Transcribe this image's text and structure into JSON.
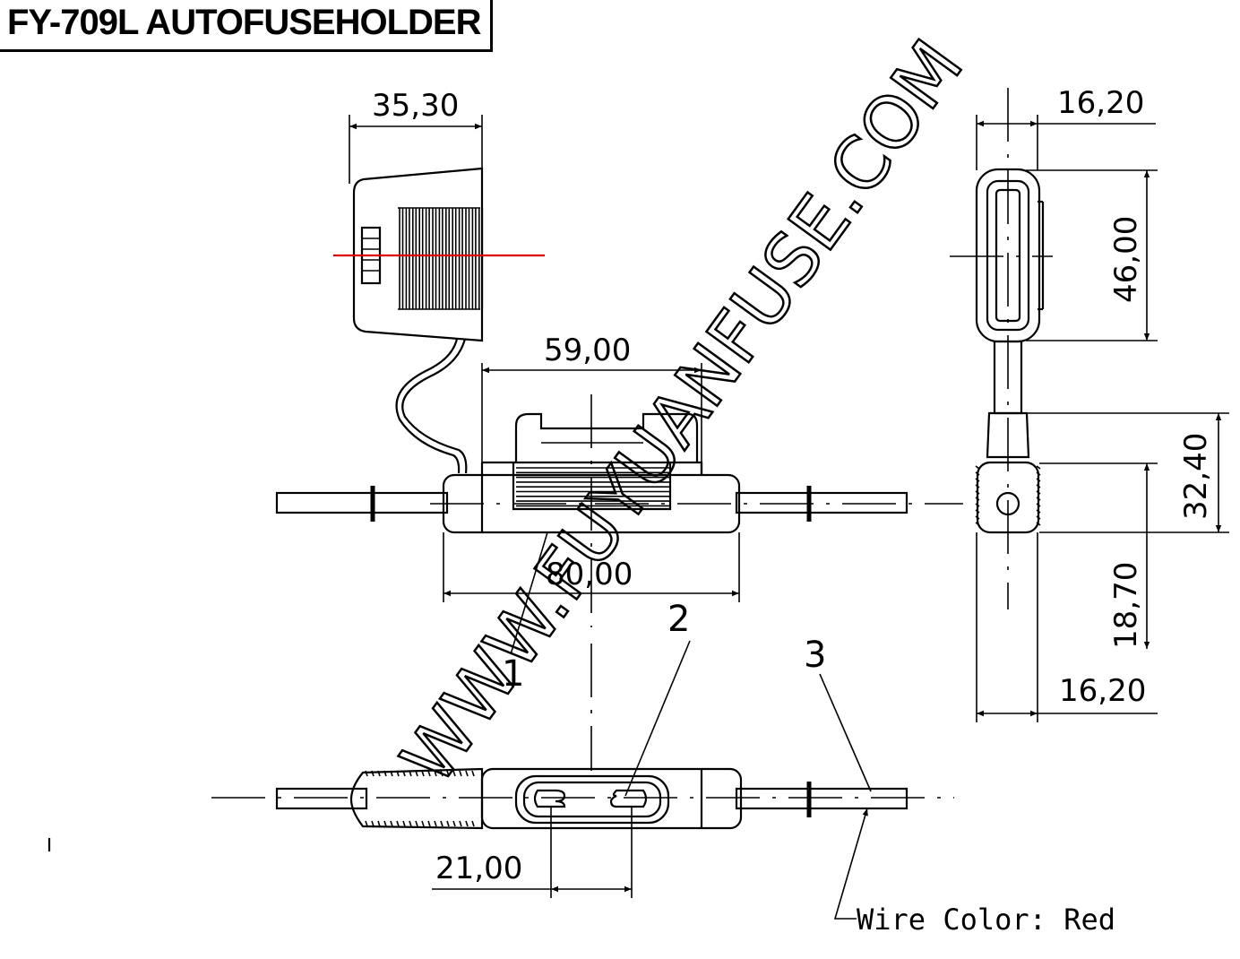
{
  "title": "FY-709L AUTOFUSEHOLDER",
  "dimensions": {
    "top_width": "35,30",
    "body_length": "59,00",
    "overall_length": "80,00",
    "terminal_spacing": "21,00",
    "side_width_top": "16,20",
    "side_height": "46,00",
    "side_offset": "32,40",
    "side_depth": "18,70",
    "side_width_bottom": "16,20"
  },
  "callouts": {
    "one": "1",
    "two": "2",
    "three": "3"
  },
  "wire_note": "Wire Color:  Red",
  "watermark": "WWW.FUYUANFUSE.COM",
  "colors": {
    "accent_line": "#e00000",
    "ink": "#000000"
  }
}
